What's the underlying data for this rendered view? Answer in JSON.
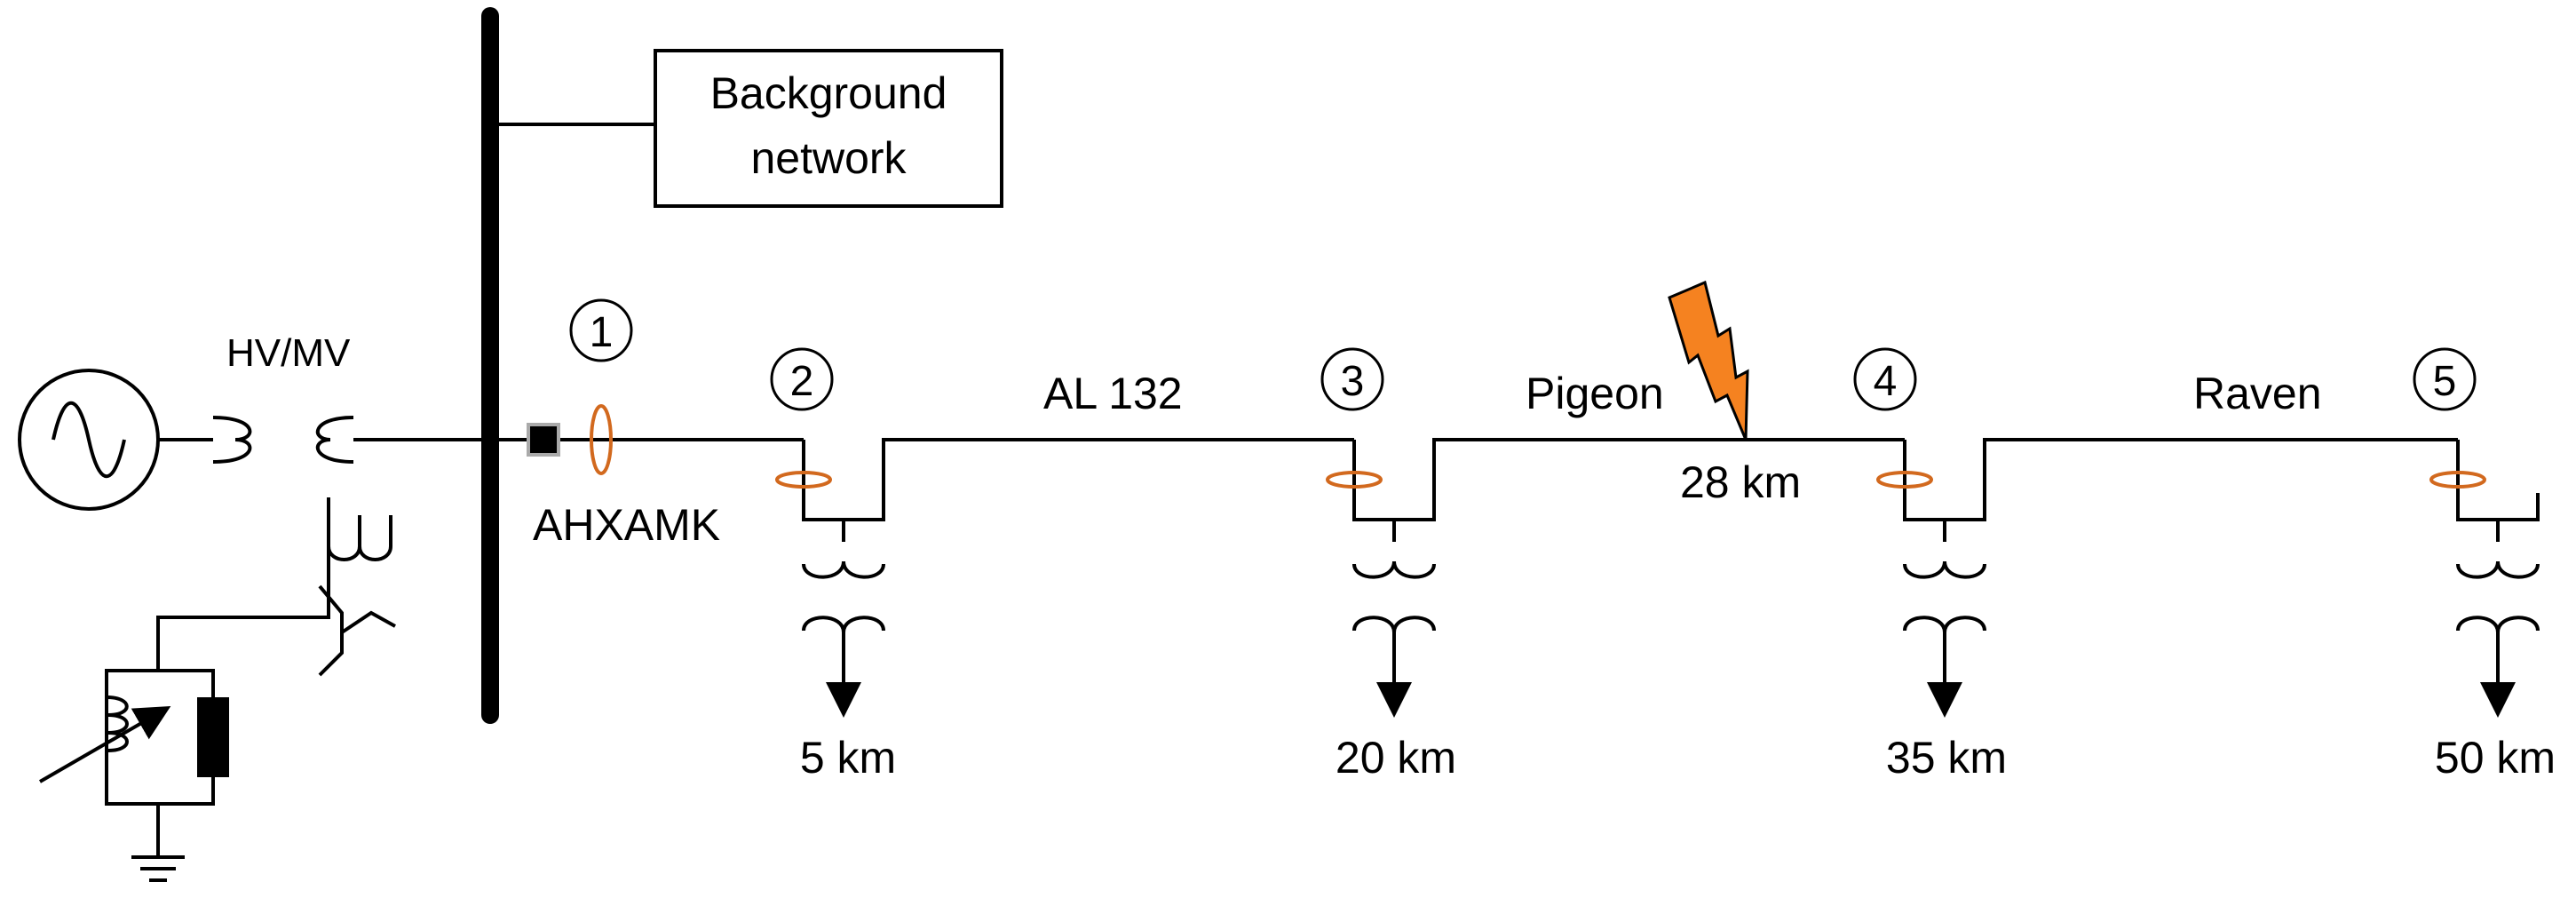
{
  "labels": {
    "background_network_line1": "Background",
    "background_network_line2": "network",
    "transformer": "HV/MV",
    "relay": "AHXAMK",
    "seg1_conductor": "AL 132",
    "seg2_conductor": "Pigeon",
    "seg3_conductor": "Raven",
    "fault_distance": "28 km"
  },
  "nodes": [
    {
      "num": "1"
    },
    {
      "num": "2",
      "distance": "5 km"
    },
    {
      "num": "3",
      "distance": "20 km"
    },
    {
      "num": "4",
      "distance": "35 km"
    },
    {
      "num": "5",
      "distance": "50 km"
    }
  ],
  "colors": {
    "line": "#000000",
    "current_transformer": "#d2691e",
    "fault": "#f58220",
    "breaker": "#000000"
  }
}
